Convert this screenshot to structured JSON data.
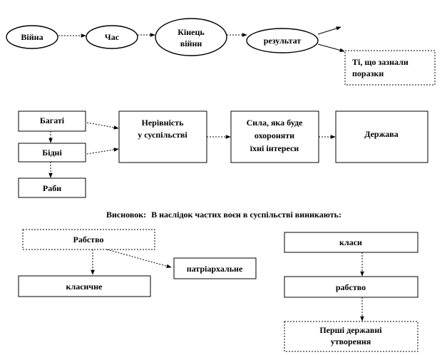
{
  "row1": {
    "war": "Війна",
    "time": "Час",
    "end_of_war_1": "Кінець",
    "end_of_war_2": "війни",
    "result": "результат",
    "defeated_1": "Ті, що зазнали",
    "defeated_2": "поразки"
  },
  "row2": {
    "rich": "Багаті",
    "poor": "Бідні",
    "slaves": "Раби",
    "inequality_1": "Нерівність",
    "inequality_2": "у суспільстві",
    "force_1": "Сила, яка буде",
    "force_2": "охороняти",
    "force_3": "їхні інтереси",
    "state": "Держава"
  },
  "conclusion": {
    "label": "Висновок:",
    "text": "В наслідок частих воєн в суспільстві виникають:"
  },
  "row3": {
    "slavery": "Рабство",
    "classical": "класичне",
    "patriarchal": "патріархальне",
    "classes": "класи",
    "slavery_lower": "рабство",
    "first_states_1": "Перші державні",
    "first_states_2": "утворення"
  }
}
